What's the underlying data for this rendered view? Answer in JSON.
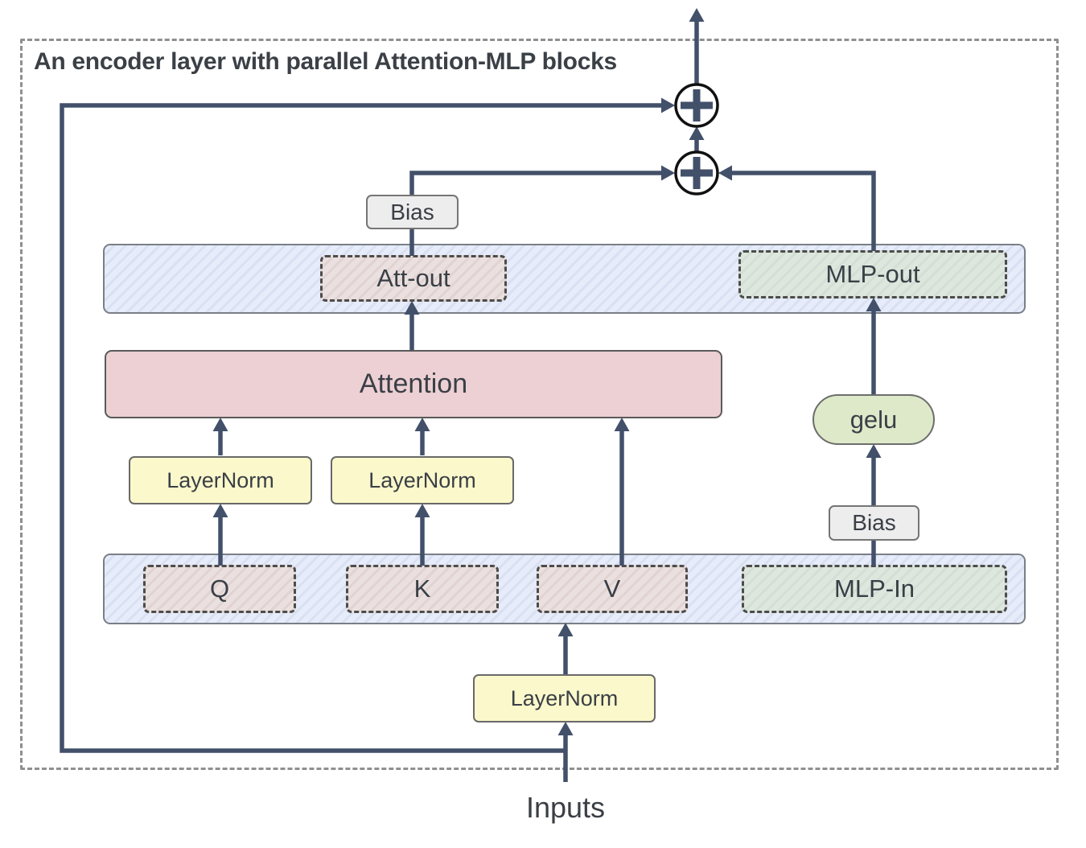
{
  "title": "An encoder layer with parallel Attention-MLP blocks",
  "labels": {
    "bias_att": "Bias",
    "bias_mlp": "Bias",
    "att_out": "Att-out",
    "mlp_out": "MLP-out",
    "attention": "Attention",
    "gelu": "gelu",
    "layernorm_q": "LayerNorm",
    "layernorm_k": "LayerNorm",
    "layernorm_input": "LayerNorm",
    "q": "Q",
    "k": "K",
    "v": "V",
    "mlp_in": "MLP-In",
    "inputs": "Inputs"
  },
  "icons": {
    "adder": "plus-in-circle"
  },
  "colors": {
    "wire": "#42506a",
    "outer_dash": "#8f8f8f",
    "bar_fill": "#e6ecfa",
    "bar_stripe": "#d9e0f1",
    "attention_fill": "#ecd0d3",
    "attention_slot_fill": "#eae0df",
    "mlp_slot_fill": "#dde7de",
    "layernorm_fill": "#fbf8cb",
    "gelu_fill": "#dde9c9",
    "bias_fill": "#ededed",
    "text": "#3b4046"
  }
}
